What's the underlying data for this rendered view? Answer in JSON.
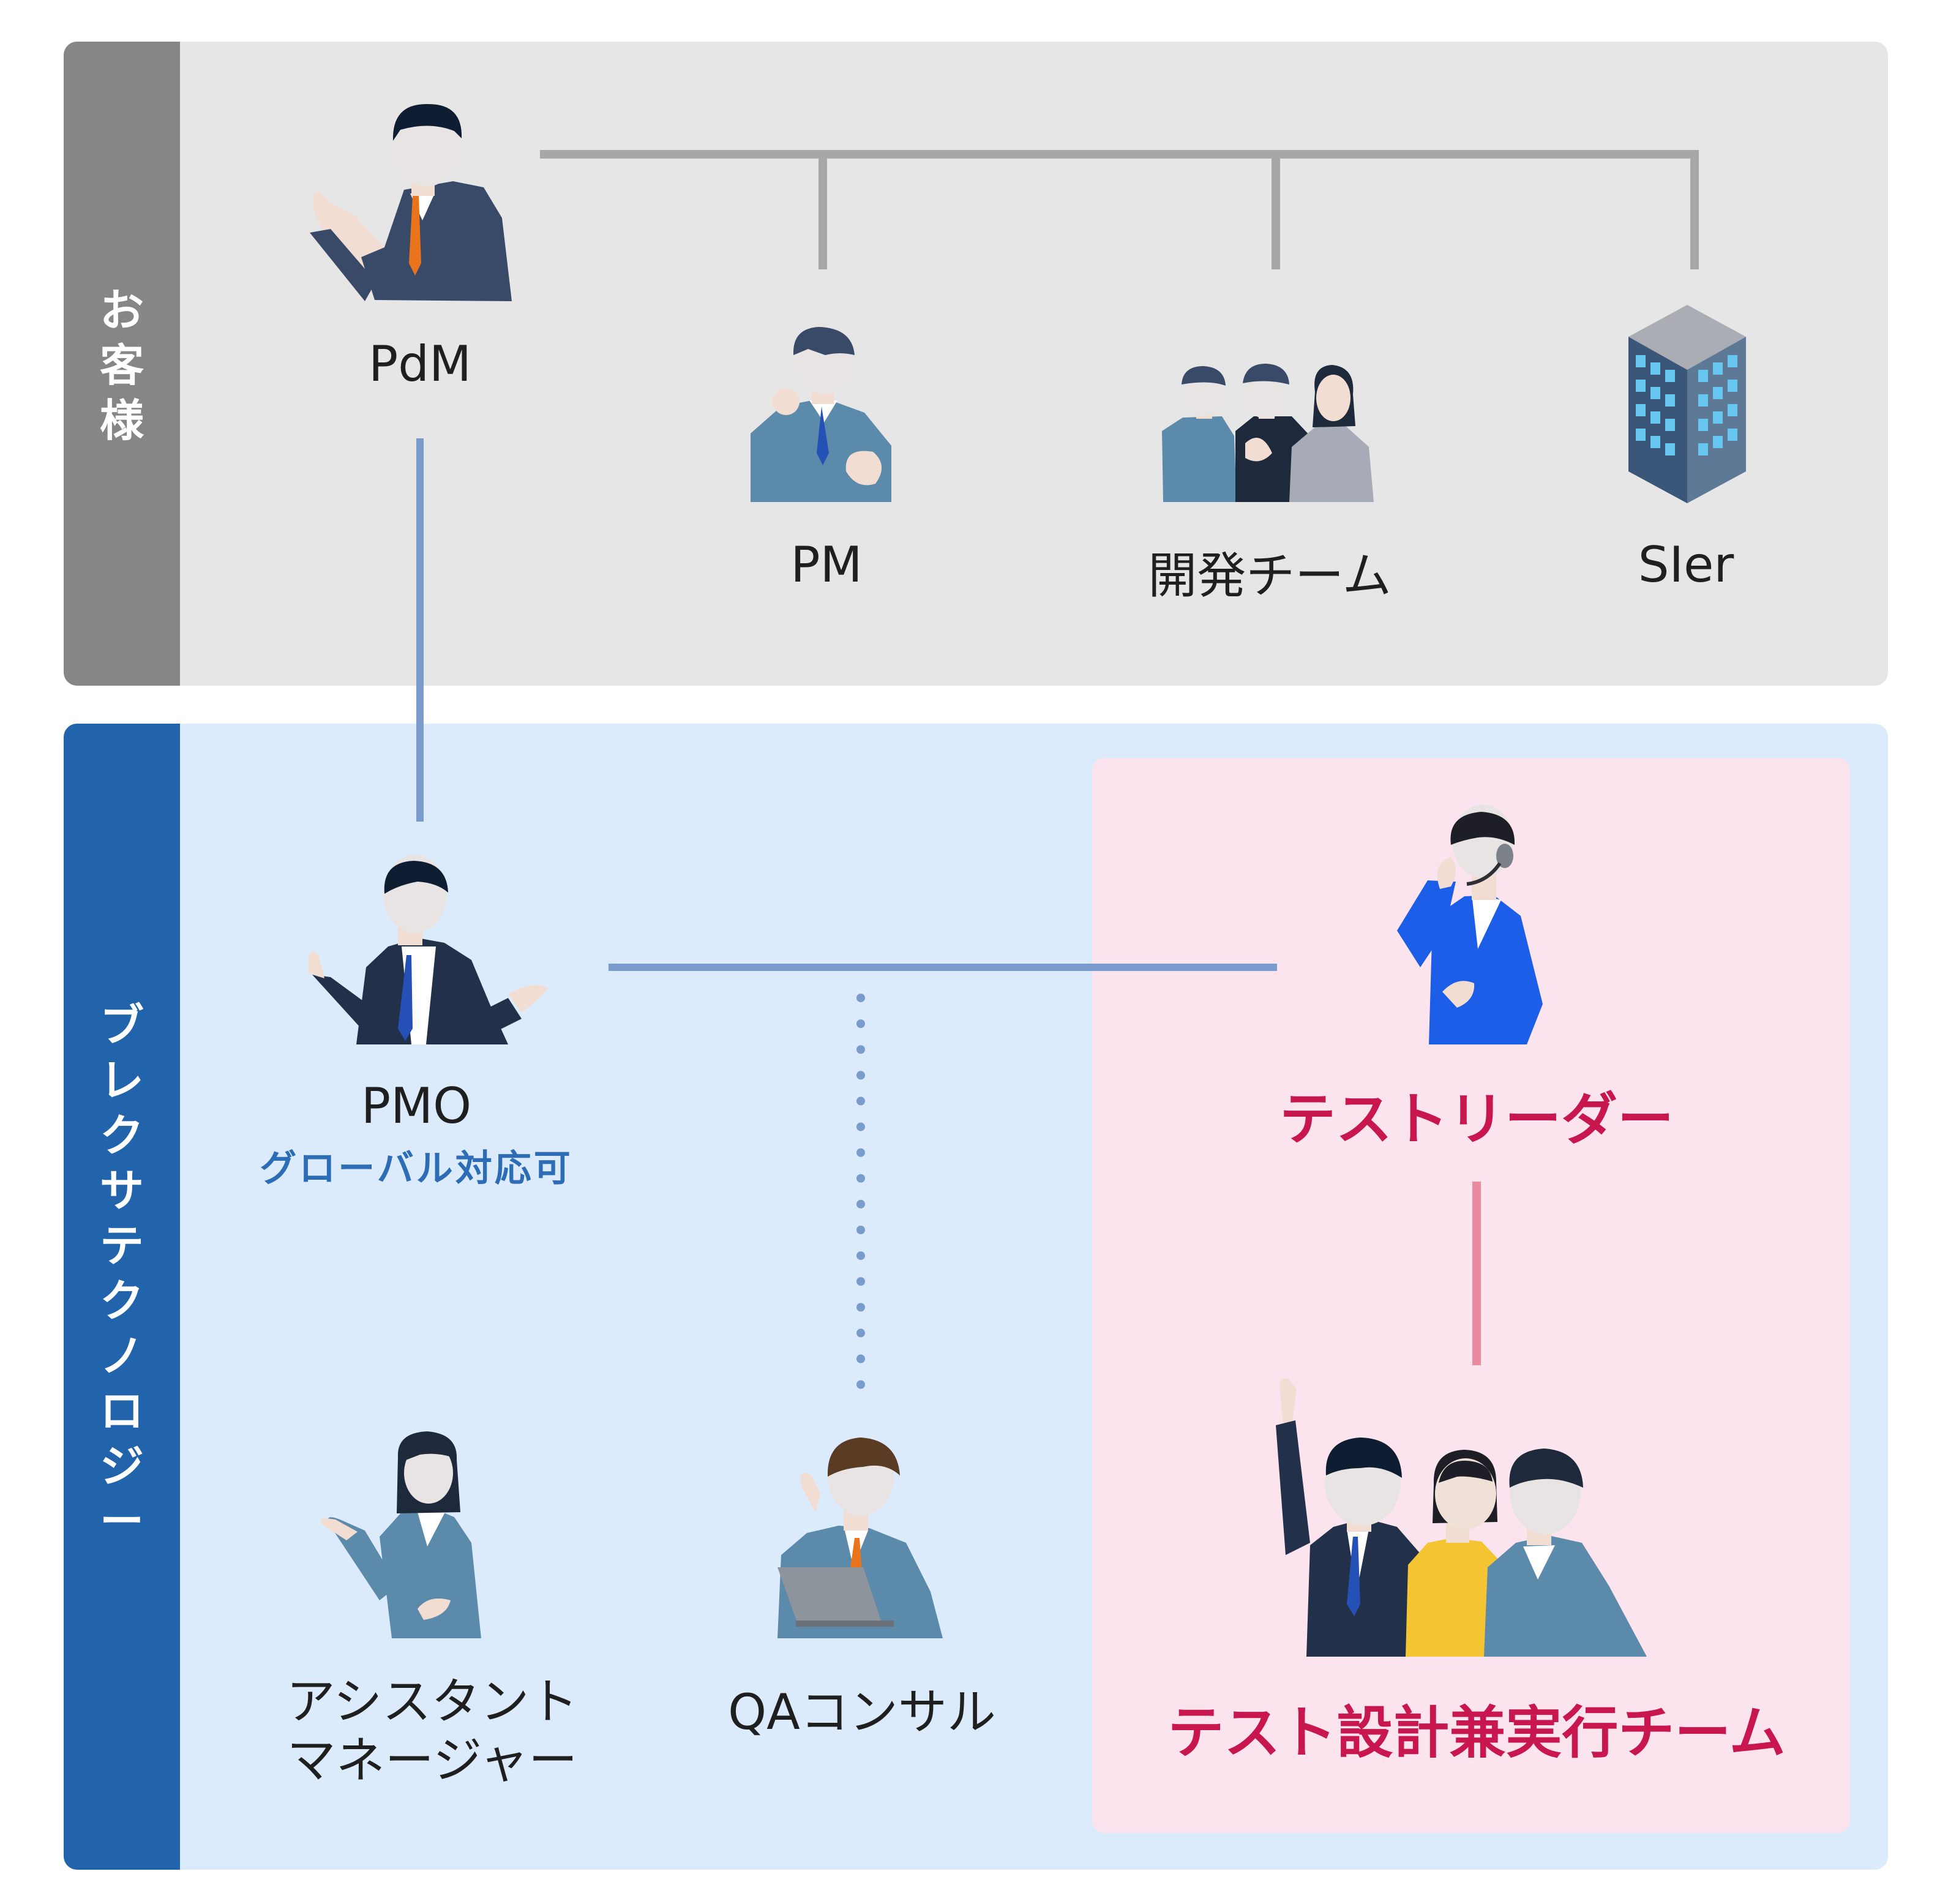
{
  "colors": {
    "customer_band_bg": "#e6e6e6",
    "customer_sidebar": "#858685",
    "company_band_bg": "#dcebfb",
    "company_sidebar": "#2264ac",
    "test_area_bg": "#fce4ee",
    "connector_gray": "#a7a7a7",
    "connector_blue": "#7a9ccc",
    "connector_pink": "#e98aa1",
    "label_dark": "#1f1f1f",
    "label_red": "#c8174f",
    "label_blue": "#2d6db5"
  },
  "customer": {
    "band_label": [
      "お",
      "客",
      "様"
    ],
    "pdm": {
      "label": "PdM",
      "icon": "manager-presenting-icon"
    },
    "pm": {
      "label": "PM",
      "icon": "manager-thinking-icon"
    },
    "dev_team": {
      "label": "開発チーム",
      "icon": "dev-team-group-icon"
    },
    "sier": {
      "label": "SIer",
      "icon": "office-building-icon"
    }
  },
  "company": {
    "band_label": [
      "ブ",
      "レ",
      "ク",
      "サ",
      "テ",
      "ク",
      "ノ",
      "ロ",
      "ジ",
      "ー"
    ],
    "pmo": {
      "label": "PMO",
      "sublabel": "グローバル対応可",
      "icon": "manager-explaining-icon"
    },
    "assistant_manager": {
      "label_line1": "アシスタント",
      "label_line2": "マネージャー",
      "icon": "woman-assistant-icon"
    },
    "qa_consultant": {
      "label": "QAコンサル",
      "icon": "consultant-laptop-icon"
    },
    "test_leader": {
      "label": "テストリーダー",
      "icon": "headset-leader-icon"
    },
    "test_team": {
      "label": "テスト設計兼実行チーム",
      "icon": "test-team-group-icon"
    }
  }
}
